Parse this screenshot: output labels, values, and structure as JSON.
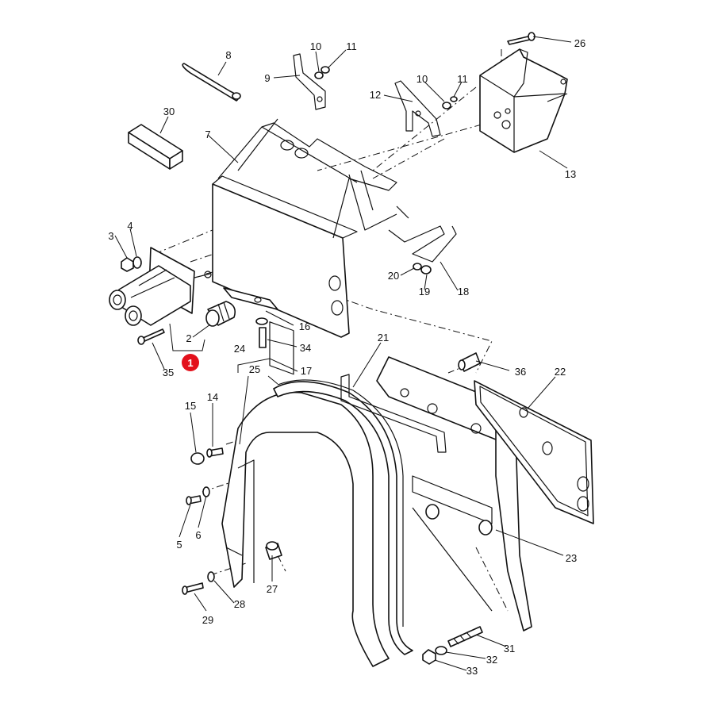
{
  "callouts": [
    {
      "n": "8"
    },
    {
      "n": "9"
    },
    {
      "n": "10"
    },
    {
      "n": "11"
    },
    {
      "n": "26"
    },
    {
      "n": "12"
    },
    {
      "n": "10"
    },
    {
      "n": "11"
    },
    {
      "n": "30"
    },
    {
      "n": "7"
    },
    {
      "n": "13"
    },
    {
      "n": "3"
    },
    {
      "n": "4"
    },
    {
      "n": "20"
    },
    {
      "n": "19"
    },
    {
      "n": "18"
    },
    {
      "n": "16"
    },
    {
      "n": "2"
    },
    {
      "n": "34"
    },
    {
      "n": "35"
    },
    {
      "n": "24"
    },
    {
      "n": "21"
    },
    {
      "n": "25"
    },
    {
      "n": "17"
    },
    {
      "n": "36"
    },
    {
      "n": "22"
    },
    {
      "n": "15"
    },
    {
      "n": "14"
    },
    {
      "n": "5"
    },
    {
      "n": "6"
    },
    {
      "n": "23"
    },
    {
      "n": "27"
    },
    {
      "n": "29"
    },
    {
      "n": "28"
    },
    {
      "n": "31"
    },
    {
      "n": "32"
    },
    {
      "n": "33"
    }
  ],
  "highlight": {
    "n": "1",
    "color": "#e3101b"
  }
}
